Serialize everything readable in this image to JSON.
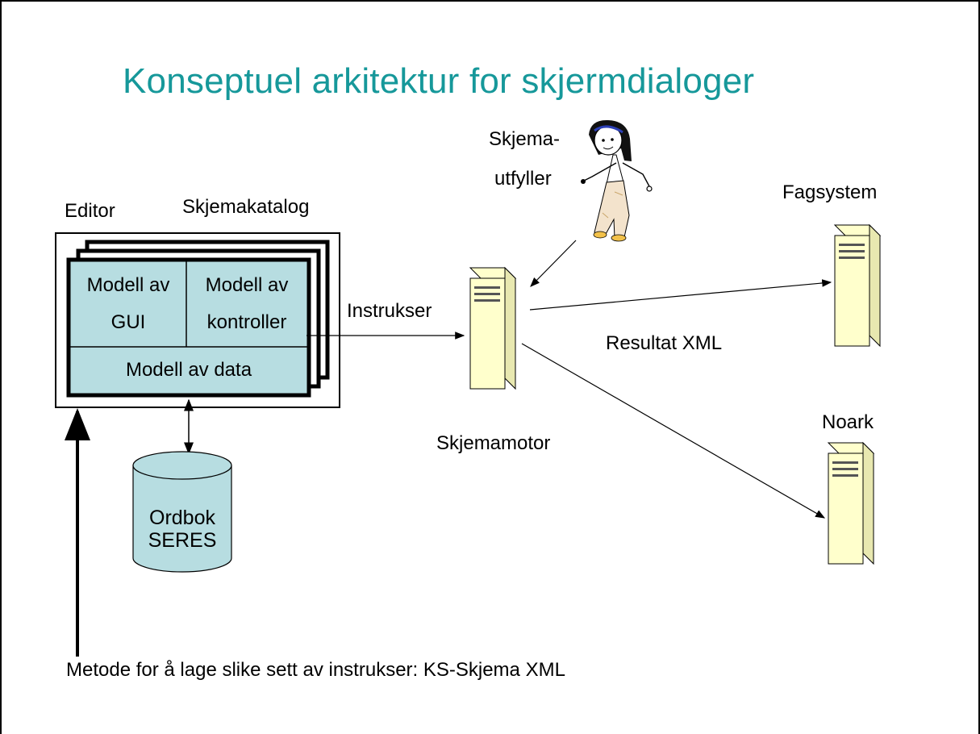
{
  "title": "Konseptuel arkitektur for skjermdialoger",
  "labels": {
    "editor": "Editor",
    "catalog": "Skjemakatalog",
    "gui_model_line1": "Modell av",
    "gui_model_line2": "GUI",
    "ctrl_model_line1": "Modell av",
    "ctrl_model_line2": "kontroller",
    "data_model": "Modell av data",
    "dictionary_line1": "Ordbok",
    "dictionary_line2": "SERES",
    "instructions": "Instrukser",
    "form_filler_line1": "Skjema-",
    "form_filler_line2": "utfyller",
    "form_engine": "Skjemamotor",
    "result": "Resultat XML",
    "domain_system": "Fagsystem",
    "archive": "Noark",
    "method": "Metode for å lage slike sett av instrukser: KS-Skjema XML"
  },
  "colors": {
    "title": "#16989a",
    "model_fill": "#b7dde1",
    "server_fill": "#ffffcc",
    "cylinder_fill": "#b7dde1"
  },
  "icons": [
    "server-icon",
    "person-icon",
    "database-cylinder-icon"
  ]
}
